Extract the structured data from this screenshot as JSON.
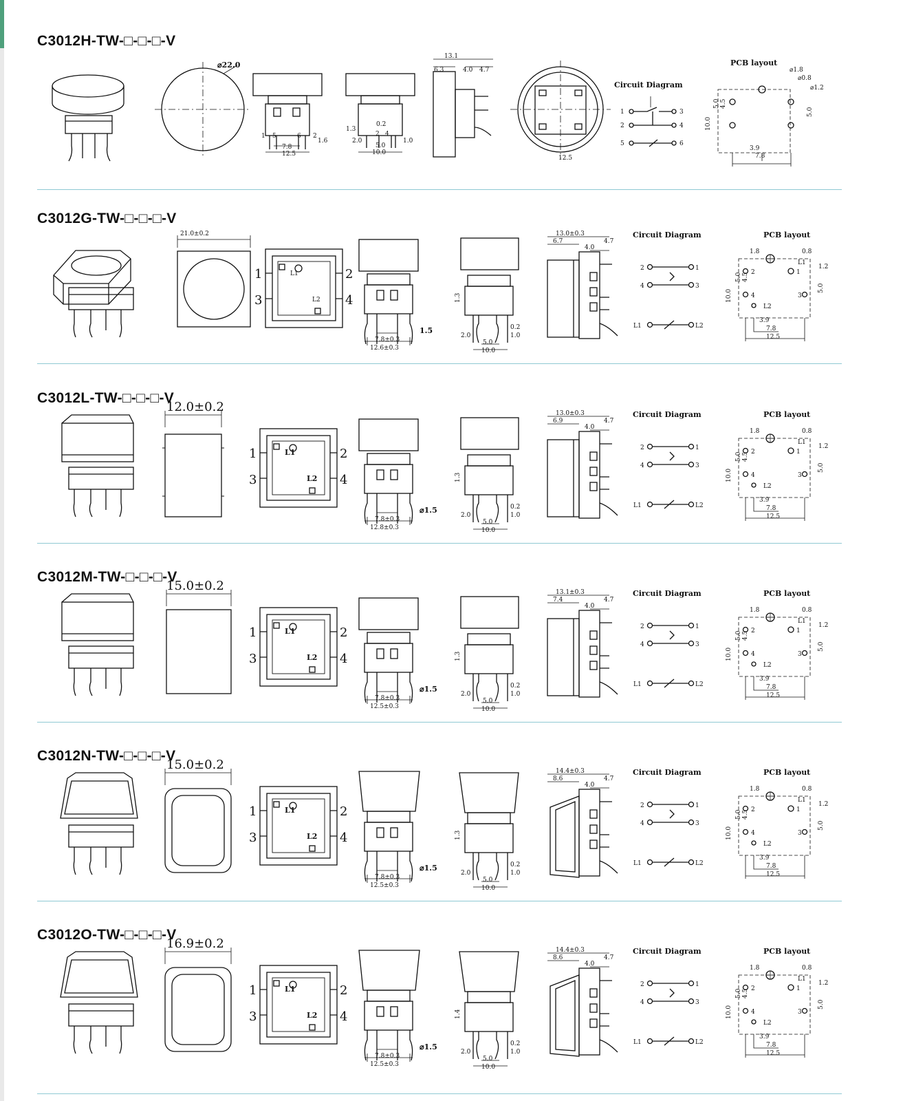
{
  "products": [
    {
      "id": "H",
      "title": "C3012H-TW-□-□-□-V",
      "cap_dim": "⌀22.0",
      "width_dim": "12.5",
      "pitch_dim": "7.8",
      "front_pins": [
        "1",
        "5",
        "6",
        "2",
        "1.6"
      ],
      "side_dims": [
        "1.3",
        "0.2",
        "2.0",
        "2",
        "4",
        "1.0",
        "5.0",
        "10.0"
      ],
      "profile_dims": [
        "13.1",
        "6.3",
        "4.0",
        "4.7"
      ],
      "bottom_dim": "12.5",
      "circuit_title": "Circuit Diagram",
      "circuit_pins": [
        "1",
        "3",
        "2",
        "4",
        "5",
        "6"
      ],
      "pcb_title": "PCB layout",
      "pcb_dims": [
        "⌀1.8",
        "⌀0.8",
        "⌀1.2",
        "10.0",
        "5.0",
        "4.5",
        "5.0",
        "3.9",
        "7.8"
      ]
    },
    {
      "id": "G",
      "title": "C3012G-TW-□-□-□-V",
      "cap_dim": "21.0±0.2",
      "width_dim": "12.6±0.3",
      "pitch_dim": "7.8±0.3",
      "front_pins": [
        "1",
        "2",
        "3",
        "4",
        "L1",
        "L2",
        "1.5"
      ],
      "side_dims": [
        "1.3",
        "2.0",
        "0.2",
        "1.0",
        "5.0",
        "10.0"
      ],
      "profile_dims": [
        "13.0±0.3",
        "6.7",
        "4.0",
        "4.7"
      ],
      "circuit_title": "Circuit Diagram",
      "circuit_pins": [
        "2",
        "1",
        "4",
        "3",
        "L1",
        "L2"
      ],
      "pcb_title": "PCB layout",
      "pcb_dims": [
        "1.8",
        "0.8",
        "L1",
        "1.2",
        "10.0",
        "5.0",
        "4.5",
        "2",
        "1",
        "4",
        "3",
        "L2",
        "3.9",
        "7.8",
        "12.5",
        "5.0"
      ]
    },
    {
      "id": "L",
      "title": "C3012L-TW-□-□-□-V",
      "cap_dim": "12.0±0.2",
      "width_dim": "12.8±0.3",
      "pitch_dim": "7.8±0.3",
      "front_pins": [
        "1",
        "2",
        "3",
        "4",
        "L1",
        "L2",
        "⌀1.5"
      ],
      "side_dims": [
        "1.3",
        "2.0",
        "0.2",
        "1.0",
        "5.0",
        "10.0"
      ],
      "profile_dims": [
        "13.0±0.3",
        "6.9",
        "4.0",
        "4.7"
      ],
      "circuit_title": "Circuit Diagram",
      "circuit_pins": [
        "2",
        "1",
        "4",
        "3",
        "L1",
        "L2"
      ],
      "pcb_title": "PCB layout",
      "pcb_dims": [
        "1.8",
        "0.8",
        "L1",
        "1.2",
        "10.0",
        "5.0",
        "4.5",
        "2",
        "1",
        "4",
        "3",
        "L2",
        "3.9",
        "7.8",
        "12.5",
        "5.0"
      ]
    },
    {
      "id": "M",
      "title": "C3012M-TW-□-□-□-V",
      "cap_dim": "15.0±0.2",
      "width_dim": "12.5±0.3",
      "pitch_dim": "7.8±0.3",
      "front_pins": [
        "1",
        "2",
        "3",
        "4",
        "L1",
        "L2",
        "⌀1.5"
      ],
      "side_dims": [
        "1.3",
        "2.0",
        "0.2",
        "1.0",
        "5.0",
        "10.0"
      ],
      "profile_dims": [
        "13.1±0.3",
        "7.4",
        "4.0",
        "4.7"
      ],
      "circuit_title": "Circuit Diagram",
      "circuit_pins": [
        "2",
        "1",
        "4",
        "3",
        "L1",
        "L2"
      ],
      "pcb_title": "PCB layout",
      "pcb_dims": [
        "1.8",
        "0.8",
        "L1",
        "1.2",
        "10.0",
        "5.0",
        "4.5",
        "2",
        "1",
        "4",
        "3",
        "L2",
        "3.9",
        "7.8",
        "12.5",
        "5.0"
      ]
    },
    {
      "id": "N",
      "title": "C3012N-TW-□-□-□-V",
      "cap_dim": "15.0±0.2",
      "width_dim": "12.5±0.3",
      "pitch_dim": "7.8±0.3",
      "front_pins": [
        "1",
        "2",
        "3",
        "4",
        "L1",
        "L2",
        "⌀1.5"
      ],
      "side_dims": [
        "1.3",
        "2.0",
        "0.2",
        "1.0",
        "5.0",
        "10.0"
      ],
      "profile_dims": [
        "14.4±0.3",
        "8.6",
        "4.0",
        "4.7"
      ],
      "circuit_title": "Circuit Diagram",
      "circuit_pins": [
        "2",
        "1",
        "4",
        "3",
        "L1",
        "L2"
      ],
      "pcb_title": "PCB layout",
      "pcb_dims": [
        "1.8",
        "0.8",
        "L1",
        "1.2",
        "10.0",
        "5.0",
        "4.5",
        "2",
        "1",
        "4",
        "3",
        "L2",
        "3.9",
        "7.8",
        "12.5",
        "5.0"
      ]
    },
    {
      "id": "O",
      "title": "C3012O-TW-□-□-□-V",
      "cap_dim": "16.9±0.2",
      "width_dim": "12.5±0.3",
      "pitch_dim": "7.8±0.3",
      "front_pins": [
        "1",
        "2",
        "3",
        "4",
        "L1",
        "L2",
        "⌀1.5"
      ],
      "side_dims": [
        "1.4",
        "2.0",
        "0.2",
        "1.0",
        "5.0",
        "10.0"
      ],
      "profile_dims": [
        "14.4±0.3",
        "8.6",
        "4.0",
        "4.7"
      ],
      "circuit_title": "Circuit Diagram",
      "circuit_pins": [
        "2",
        "1",
        "4",
        "3",
        "L1",
        "L2"
      ],
      "pcb_title": "PCB layout",
      "pcb_dims": [
        "1.8",
        "0.8",
        "L1",
        "1.2",
        "10.0",
        "5.0",
        "4.5",
        "2",
        "1",
        "4",
        "3",
        "L2",
        "3.9",
        "7.8",
        "12.5",
        "5.0"
      ]
    }
  ],
  "colors": {
    "line": "#111111",
    "separator": "#8fc9d3",
    "accent": "#4fa07c"
  }
}
